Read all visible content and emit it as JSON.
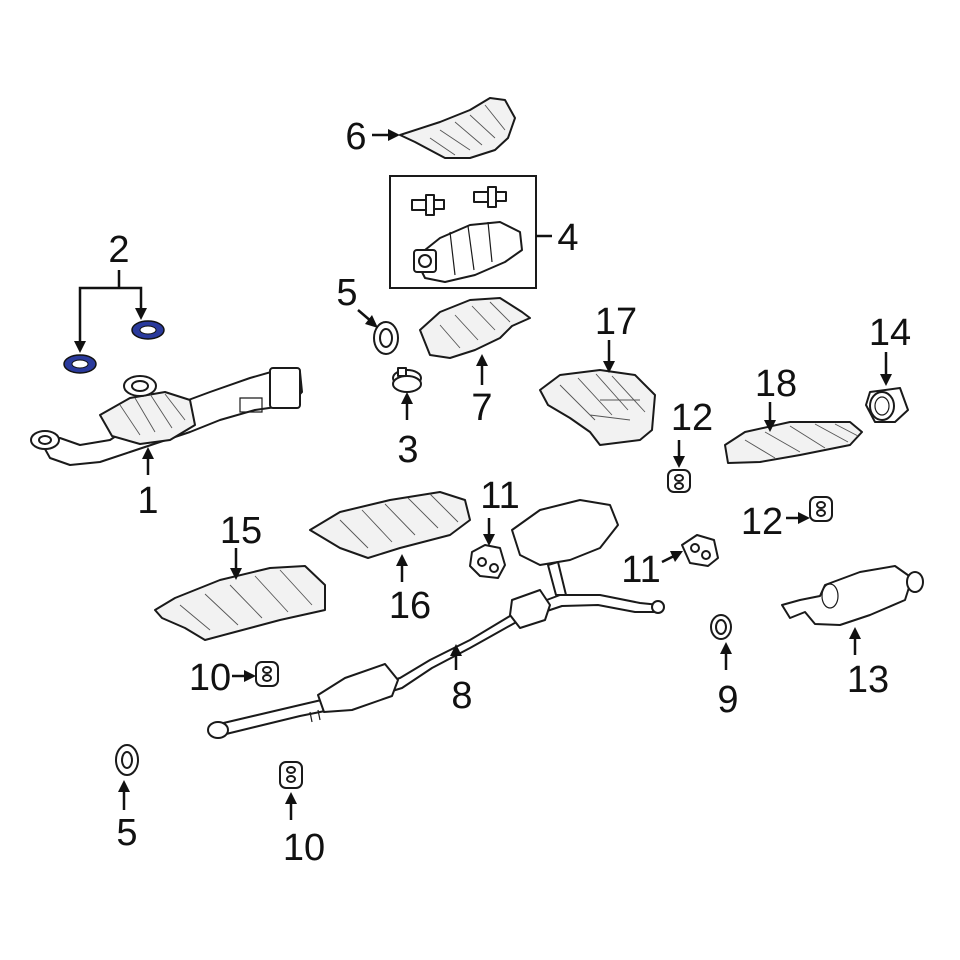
{
  "diagram": {
    "highlight_color": "#2a3a9c",
    "callouts": [
      {
        "id": "c1",
        "text": "1"
      },
      {
        "id": "c2",
        "text": "2"
      },
      {
        "id": "c3",
        "text": "3"
      },
      {
        "id": "c4",
        "text": "4"
      },
      {
        "id": "c5a",
        "text": "5"
      },
      {
        "id": "c5b",
        "text": "5"
      },
      {
        "id": "c6",
        "text": "6"
      },
      {
        "id": "c7",
        "text": "7"
      },
      {
        "id": "c8",
        "text": "8"
      },
      {
        "id": "c9",
        "text": "9"
      },
      {
        "id": "c10a",
        "text": "10"
      },
      {
        "id": "c10b",
        "text": "10"
      },
      {
        "id": "c11a",
        "text": "11"
      },
      {
        "id": "c11b",
        "text": "11"
      },
      {
        "id": "c12a",
        "text": "12"
      },
      {
        "id": "c12b",
        "text": "12"
      },
      {
        "id": "c13",
        "text": "13"
      },
      {
        "id": "c14",
        "text": "14"
      },
      {
        "id": "c15",
        "text": "15"
      },
      {
        "id": "c16",
        "text": "16"
      },
      {
        "id": "c17",
        "text": "17"
      },
      {
        "id": "c18",
        "text": "18"
      }
    ]
  }
}
